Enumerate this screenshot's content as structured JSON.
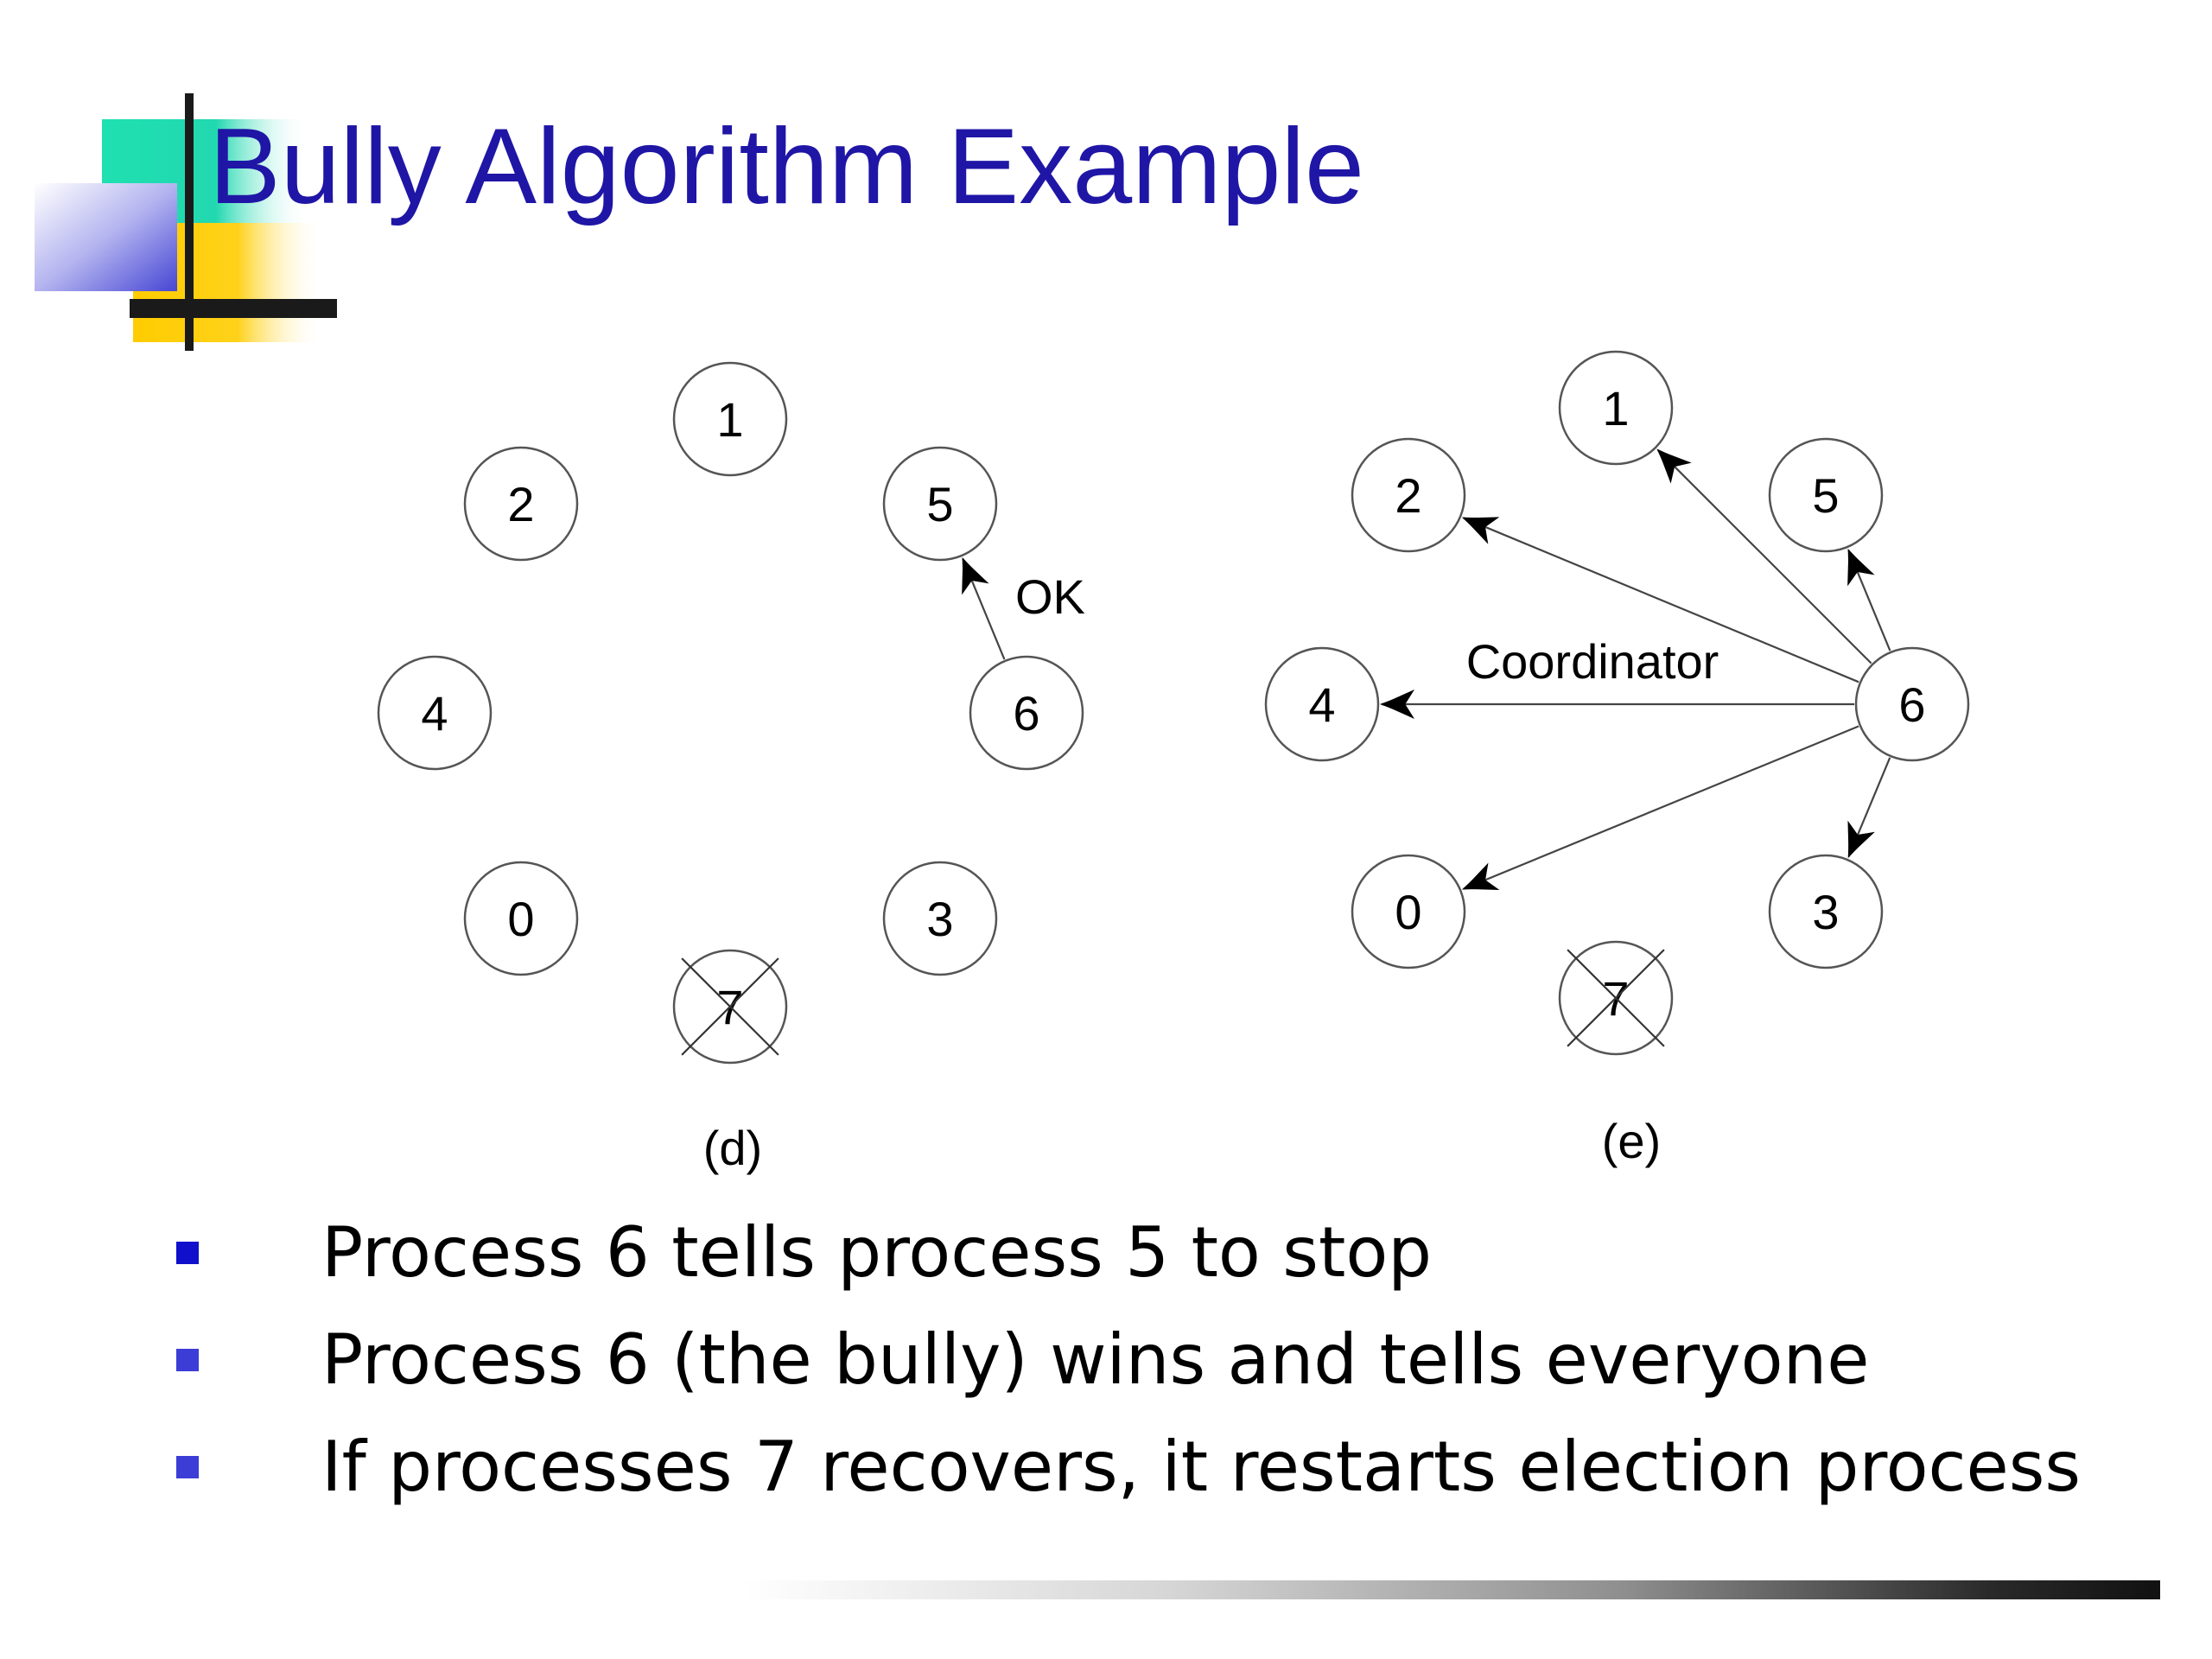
{
  "slide": {
    "title": "Bully Algorithm Example",
    "accent_colors": {
      "title": "#1f16a6",
      "deco_green": "#1fe0b0",
      "deco_yellow": "#ffcc00",
      "deco_blue": "#5a5adc",
      "bullet": "#2020cc",
      "deco_line": "#1a1a1a"
    }
  },
  "diagrams": [
    {
      "id": "d",
      "caption": "(d)",
      "nodes": [
        {
          "id": "1",
          "label": "1",
          "crashed": false
        },
        {
          "id": "2",
          "label": "2",
          "crashed": false
        },
        {
          "id": "5",
          "label": "5",
          "crashed": false
        },
        {
          "id": "4",
          "label": "4",
          "crashed": false
        },
        {
          "id": "6",
          "label": "6",
          "crashed": false
        },
        {
          "id": "0",
          "label": "0",
          "crashed": false
        },
        {
          "id": "3",
          "label": "3",
          "crashed": false
        },
        {
          "id": "7",
          "label": "7",
          "crashed": true
        }
      ],
      "edges": [
        {
          "from": "6",
          "to": "5",
          "label": "OK"
        }
      ]
    },
    {
      "id": "e",
      "caption": "(e)",
      "nodes": [
        {
          "id": "1",
          "label": "1",
          "crashed": false
        },
        {
          "id": "2",
          "label": "2",
          "crashed": false
        },
        {
          "id": "5",
          "label": "5",
          "crashed": false
        },
        {
          "id": "4",
          "label": "4",
          "crashed": false
        },
        {
          "id": "6",
          "label": "6",
          "crashed": false
        },
        {
          "id": "0",
          "label": "0",
          "crashed": false
        },
        {
          "id": "3",
          "label": "3",
          "crashed": false
        },
        {
          "id": "7",
          "label": "7",
          "crashed": true
        }
      ],
      "edges": [
        {
          "from": "6",
          "to": "1",
          "label": ""
        },
        {
          "from": "6",
          "to": "2",
          "label": ""
        },
        {
          "from": "6",
          "to": "5",
          "label": ""
        },
        {
          "from": "6",
          "to": "4",
          "label": "Coordinator"
        },
        {
          "from": "6",
          "to": "0",
          "label": ""
        },
        {
          "from": "6",
          "to": "3",
          "label": ""
        }
      ]
    }
  ],
  "bullets": [
    {
      "text": "Process 6 tells process 5 to stop",
      "marker_color": "#1010cc"
    },
    {
      "text": "Process 6 (the bully) wins and tells everyone",
      "marker_color": "#3c3cd6"
    },
    {
      "text": "If processes 7 recovers, it restarts election process",
      "marker_color": "#3c3cd6"
    }
  ]
}
